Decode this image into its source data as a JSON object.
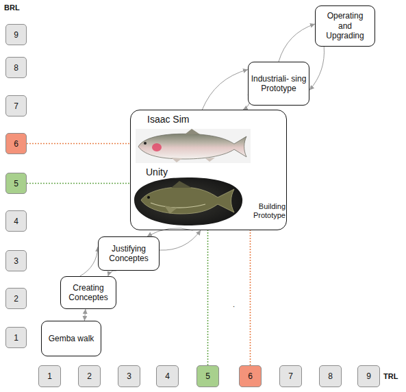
{
  "diagram": {
    "nodes": [
      {
        "text": [
          "9"
        ]
      },
      {
        "text": [
          "8"
        ]
      },
      {
        "text": [
          "7"
        ]
      },
      {
        "text": [
          "6"
        ]
      },
      {
        "text": [
          "5"
        ]
      },
      {
        "text": [
          "4"
        ]
      },
      {
        "text": [
          "3"
        ]
      },
      {
        "text": [
          "2"
        ]
      },
      {
        "text": [
          "1"
        ]
      },
      {
        "text": [
          "Operating and Upgrading"
        ]
      },
      {
        "text": [
          "Industriali- sing Prototype"
        ]
      },
      {
        "text": [
          "Isaac Sim",
          "Unity",
          "Building Prototype"
        ]
      },
      {
        "text": [
          "Justifying Conceptes"
        ]
      },
      {
        "text": [
          "Creating Conceptes"
        ]
      },
      {
        "text": [
          "Gemba walk"
        ]
      },
      {
        "text": [
          "1"
        ]
      },
      {
        "text": [
          "2"
        ]
      },
      {
        "text": [
          "3"
        ]
      },
      {
        "text": [
          "4"
        ]
      },
      {
        "text": [
          "5"
        ]
      },
      {
        "text": [
          "6"
        ]
      },
      {
        "text": [
          "7"
        ]
      },
      {
        "text": [
          "8"
        ]
      },
      {
        "text": [
          "9"
        ]
      }
    ],
    "edges": [
      {
        "from": 14,
        "to": 13,
        "arrow": "both"
      },
      {
        "from": 13,
        "to": 12,
        "arrow": "to"
      },
      {
        "from": 12,
        "to": 13,
        "arrow": "to"
      },
      {
        "from": 12,
        "to": 11,
        "arrow": "to"
      },
      {
        "from": 11,
        "to": 12,
        "arrow": "to"
      },
      {
        "from": 11,
        "to": 10,
        "arrow": "to"
      },
      {
        "from": 10,
        "to": 11,
        "arrow": "to"
      },
      {
        "from": 10,
        "to": 9,
        "arrow": "to"
      },
      {
        "from": 9,
        "to": 10,
        "arrow": "to"
      },
      {
        "from": 3,
        "to": 11,
        "arrow": "none"
      },
      {
        "from": 4,
        "to": 11,
        "arrow": "none"
      },
      {
        "from": 19,
        "to": 11,
        "arrow": "none"
      },
      {
        "from": 20,
        "to": 11,
        "arrow": "none"
      }
    ],
    "labels": [
      "BRL",
      "TRL",
      "."
    ]
  }
}
